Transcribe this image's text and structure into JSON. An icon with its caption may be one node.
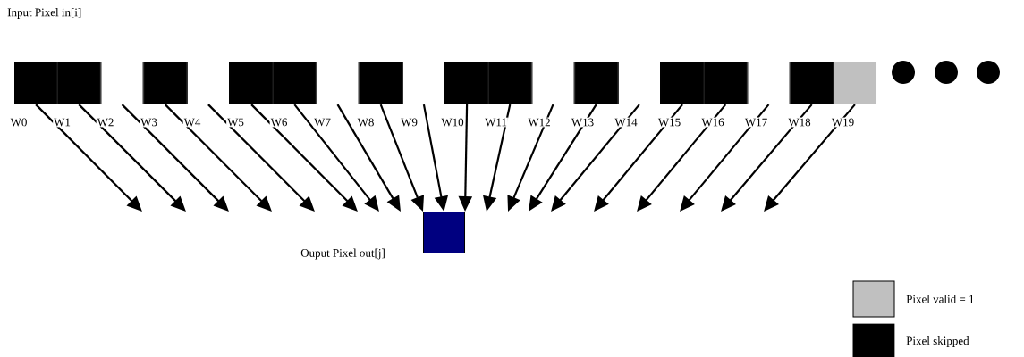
{
  "diagram": {
    "nodes": [
      {
        "text": [],
        "shape": "box",
        "beside": [
          "W0"
        ]
      },
      {
        "text": [],
        "shape": "box",
        "beside": [
          "W1"
        ]
      },
      {
        "text": [],
        "shape": "box",
        "beside": [
          "W2"
        ]
      },
      {
        "text": [],
        "shape": "box",
        "beside": [
          "W3"
        ]
      },
      {
        "text": [],
        "shape": "box",
        "beside": [
          "W4"
        ]
      },
      {
        "text": [],
        "shape": "box",
        "beside": [
          "W5"
        ]
      },
      {
        "text": [],
        "shape": "box",
        "beside": [
          "W6"
        ]
      },
      {
        "text": [],
        "shape": "box",
        "beside": [
          "W7"
        ]
      },
      {
        "text": [],
        "shape": "box",
        "beside": [
          "W8"
        ]
      },
      {
        "text": [],
        "shape": "box",
        "beside": [
          "W9"
        ]
      },
      {
        "text": [],
        "shape": "box",
        "beside": [
          "W10"
        ]
      },
      {
        "text": [],
        "shape": "box",
        "beside": [
          "W11"
        ]
      },
      {
        "text": [],
        "shape": "box",
        "beside": [
          "W12"
        ]
      },
      {
        "text": [],
        "shape": "box",
        "beside": [
          "W13"
        ]
      },
      {
        "text": [],
        "shape": "box",
        "beside": [
          "W14"
        ]
      },
      {
        "text": [],
        "shape": "box",
        "beside": [
          "W15"
        ]
      },
      {
        "text": [],
        "shape": "box",
        "beside": [
          "W16"
        ]
      },
      {
        "text": [],
        "shape": "box",
        "beside": [
          "W17"
        ]
      },
      {
        "text": [],
        "shape": "box",
        "beside": [
          "W18"
        ]
      },
      {
        "text": [],
        "shape": "box",
        "beside": [
          "W19"
        ]
      },
      {
        "text": [],
        "shape": "box",
        "beside": [
          "Ouput Pixel out[j]"
        ]
      }
    ],
    "edges": [
      {
        "from": 0,
        "to": null,
        "arrow": "to"
      },
      {
        "from": 1,
        "to": null,
        "arrow": "to"
      },
      {
        "from": 2,
        "to": null,
        "arrow": "to"
      },
      {
        "from": 3,
        "to": null,
        "arrow": "to"
      },
      {
        "from": 4,
        "to": null,
        "arrow": "to"
      },
      {
        "from": 5,
        "to": null,
        "arrow": "to"
      },
      {
        "from": 6,
        "to": null,
        "arrow": "to"
      },
      {
        "from": 7,
        "to": null,
        "arrow": "to"
      },
      {
        "from": 8,
        "to": 20,
        "arrow": "to"
      },
      {
        "from": 9,
        "to": 20,
        "arrow": "to"
      },
      {
        "from": 10,
        "to": 20,
        "arrow": "to"
      },
      {
        "from": 11,
        "to": null,
        "arrow": "to"
      },
      {
        "from": 12,
        "to": null,
        "arrow": "to"
      },
      {
        "from": 13,
        "to": null,
        "arrow": "to"
      },
      {
        "from": 14,
        "to": null,
        "arrow": "to"
      },
      {
        "from": 15,
        "to": null,
        "arrow": "to"
      },
      {
        "from": 16,
        "to": null,
        "arrow": "to"
      },
      {
        "from": 17,
        "to": null,
        "arrow": "to"
      },
      {
        "from": 18,
        "to": null,
        "arrow": "to"
      },
      {
        "from": 19,
        "to": null,
        "arrow": "to"
      }
    ],
    "labels": [
      "Input Pixel in[i]"
    ],
    "legend": [
      {
        "text": "Pixel valid = 1",
        "color": "#c0c0c0"
      },
      {
        "text": "Pixel skipped",
        "color": "#000000"
      }
    ]
  }
}
